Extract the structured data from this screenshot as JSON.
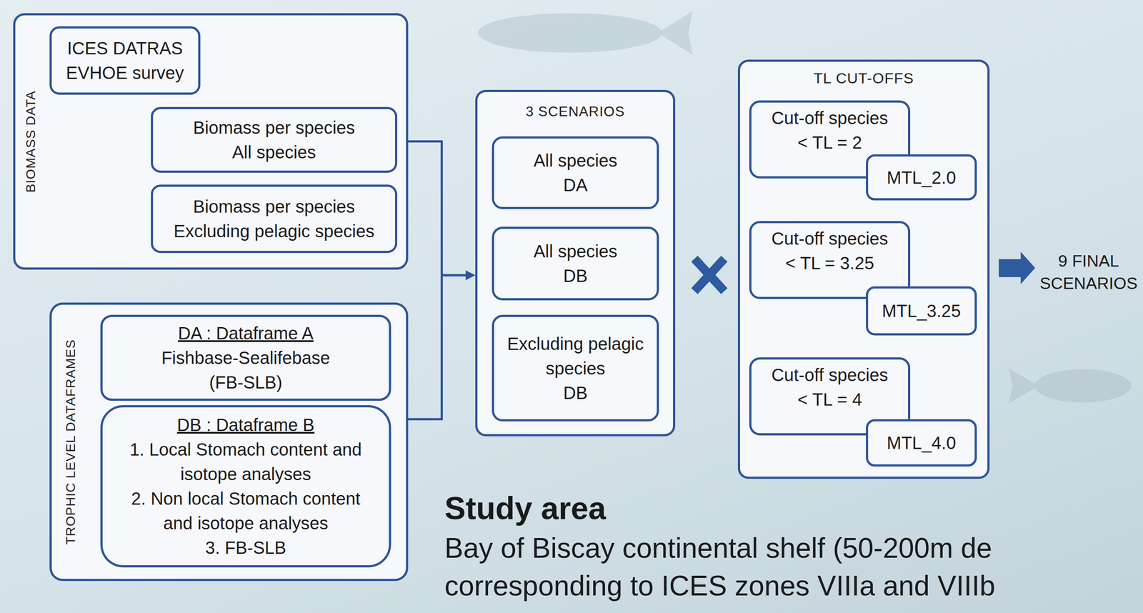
{
  "diagram": {
    "nodes": [
      {
        "text": [
          "BIOMASS DATA"
        ]
      },
      {
        "text": [
          "ICES DATRAS EVHOE survey"
        ],
        "in": 0
      },
      {
        "text": [
          "Biomass per species",
          "All species"
        ],
        "in": 0
      },
      {
        "text": [
          "Biomass per species",
          "Excluding pelagic species"
        ],
        "in": 0
      },
      {
        "text": [
          "TROPHIC LEVEL DATAFRAMES"
        ]
      },
      {
        "text": [
          "DA : Dataframe A",
          "Fishbase-Sealifebase (FB-SLB)"
        ],
        "in": 4
      },
      {
        "text": [
          "DB : Dataframe B",
          "1. Local Stomach content and isotope analyses",
          "2. Non local Stomach content and isotope analyses",
          "3. FB-SLB"
        ],
        "in": 4
      },
      {
        "text": [
          "3 SCENARIOS"
        ]
      },
      {
        "text": [
          "All species",
          "DA"
        ],
        "in": 7
      },
      {
        "text": [
          "All species",
          "DB"
        ],
        "in": 7
      },
      {
        "text": [
          "Excluding pelagic species",
          "DB"
        ],
        "in": 7
      },
      {
        "text": [
          "TL CUT-OFFS"
        ]
      },
      {
        "text": [
          "Cut-off species",
          "< TL = 2"
        ],
        "in": 11
      },
      {
        "text": [
          "MTL_2.0"
        ],
        "in": 11
      },
      {
        "text": [
          "Cut-off species",
          "< TL = 3.25"
        ],
        "in": 11
      },
      {
        "text": [
          "MTL_3.25"
        ],
        "in": 11
      },
      {
        "text": [
          "Cut-off species",
          "< TL = 4"
        ],
        "in": 11
      },
      {
        "text": [
          "MTL_4.0"
        ],
        "in": 11
      }
    ],
    "edges": [
      {
        "from": 1,
        "to": 2,
        "arrow": "to"
      },
      {
        "from": 1,
        "to": 3,
        "arrow": "to"
      },
      {
        "from": 0,
        "to": 7,
        "arrow": "to"
      },
      {
        "from": 4,
        "to": 7,
        "arrow": "to"
      }
    ],
    "labels": [
      "9 FINAL SCENARIOS",
      "Study area",
      "Bay of Biscay continental shelf (50-200m de",
      "corresponding to ICES zones VIIIa and VIIIb"
    ]
  }
}
